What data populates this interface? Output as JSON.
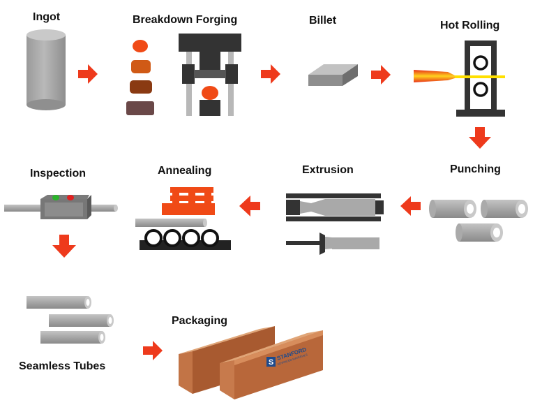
{
  "steps": {
    "ingot": "Ingot",
    "breakdown_forging": "Breakdown Forging",
    "billet": "Billet",
    "hot_rolling": "Hot Rolling",
    "punching": "Punching",
    "extrusion": "Extrusion",
    "annealing": "Annealing",
    "inspection": "Inspection",
    "seamless_tubes": "Seamless Tubes",
    "packaging": "Packaging"
  },
  "crate_logo": {
    "letter": "S",
    "brand": "STANFORD",
    "tagline": "ADVANCED MATERIALS"
  },
  "colors": {
    "arrow": "#ee3a1c",
    "metal": "#a8a8a8",
    "machine": "#333333",
    "wood": "#c77a4c",
    "hot_metal": "#f05a1a"
  }
}
